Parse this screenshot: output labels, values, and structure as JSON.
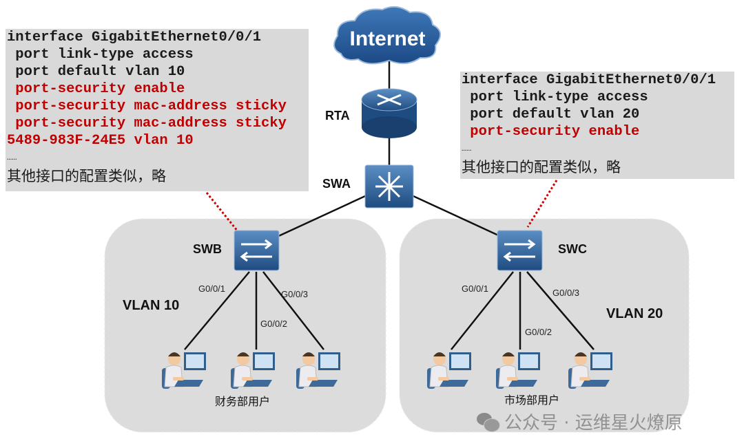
{
  "left_config": {
    "lines": [
      "interface GigabitEthernet0/0/1",
      " port link-type access",
      " port default vlan 10"
    ],
    "red_lines": [
      " port-security enable",
      " port-security mac-address sticky",
      " port-security mac-address sticky",
      "5489-983F-24E5 vlan 10"
    ],
    "ellipsis": "……",
    "note": "其他接口的配置类似，略"
  },
  "right_config": {
    "lines": [
      "interface GigabitEthernet0/0/1",
      " port link-type access",
      " port default vlan 20"
    ],
    "red_lines": [
      " port-security enable"
    ],
    "ellipsis": "……",
    "note": "其他接口的配置类似，略"
  },
  "nodes": {
    "internet": "Internet",
    "rta": "RTA",
    "swa": "SWA",
    "swb": "SWB",
    "swc": "SWC"
  },
  "left_group": {
    "vlan": "VLAN 10",
    "ports": [
      "G0/0/1",
      "G0/0/2",
      "G0/0/3"
    ],
    "name": "财务部用户"
  },
  "right_group": {
    "vlan": "VLAN 20",
    "ports": [
      "G0/0/1",
      "G0/0/2",
      "G0/0/3"
    ],
    "name": "市场部用户"
  },
  "watermark": "公众号 · 运维星火燎原",
  "colors": {
    "config_bg": "#d9d9d9",
    "highlight": "#c00000",
    "device": "#2e5f96",
    "group_bg": "#dcdcdc"
  }
}
